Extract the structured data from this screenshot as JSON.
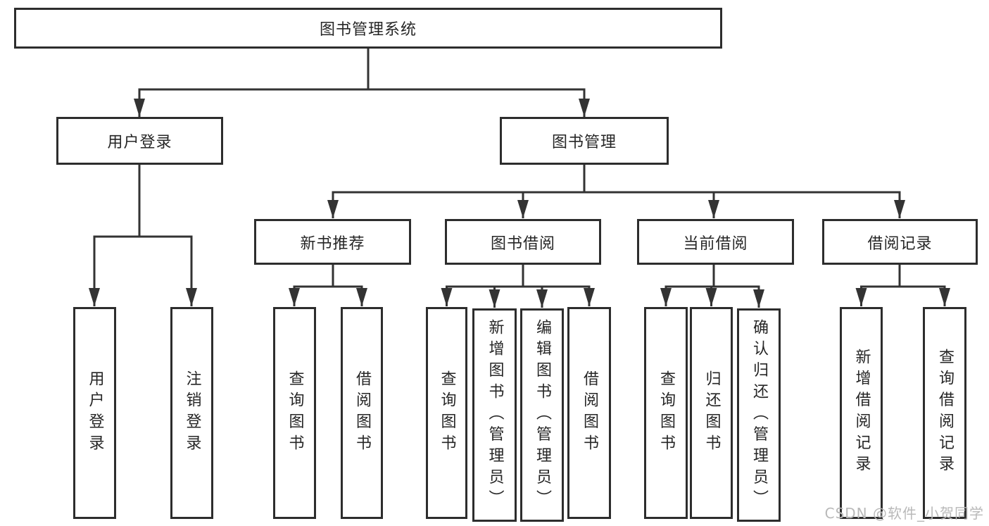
{
  "tree": {
    "root": {
      "label": "图书管理系统"
    },
    "branches": [
      {
        "label": "用户登录",
        "children": [
          {
            "label": "用户登录"
          },
          {
            "label": "注销登录"
          }
        ]
      },
      {
        "label": "图书管理",
        "groups": [
          {
            "label": "新书推荐",
            "children": [
              {
                "label": "查询图书"
              },
              {
                "label": "借阅图书"
              }
            ]
          },
          {
            "label": "图书借阅",
            "children": [
              {
                "label": "查询图书"
              },
              {
                "label": "新增图书（管理员）"
              },
              {
                "label": "编辑图书（管理员）"
              },
              {
                "label": "借阅图书"
              }
            ]
          },
          {
            "label": "当前借阅",
            "children": [
              {
                "label": "查询图书"
              },
              {
                "label": "归还图书"
              },
              {
                "label": "确认归还（管理员）"
              }
            ]
          },
          {
            "label": "借阅记录",
            "children": [
              {
                "label": "新增借阅记录"
              },
              {
                "label": "查询借阅记录"
              }
            ]
          }
        ]
      }
    ]
  },
  "watermark": {
    "text": "CSDN @软件_小贺同学"
  },
  "colors": {
    "line": "#333333",
    "box_border": "#2d2d2d",
    "text": "#262626",
    "watermark": "#b9b9b9",
    "background": "#ffffff"
  }
}
